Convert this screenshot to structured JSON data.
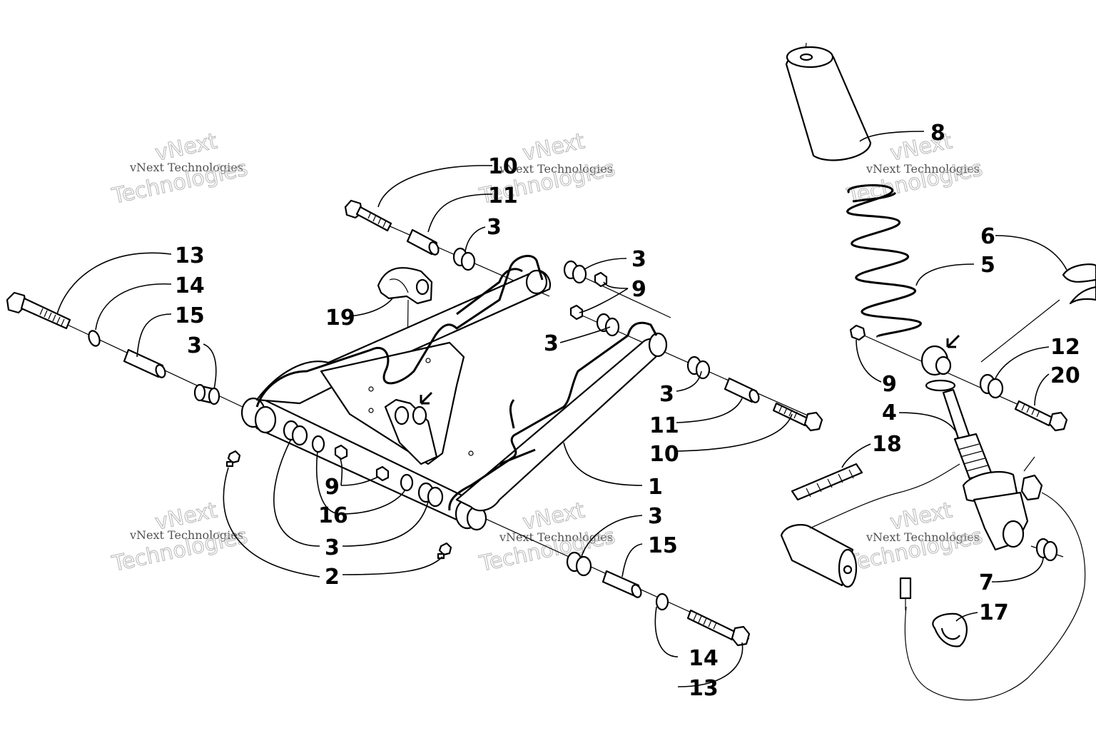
{
  "watermark": {
    "line1": "vNext Technologies",
    "line2": "vNext",
    "line3": "Technologies"
  },
  "callouts": {
    "c1": "1",
    "c2": "2",
    "c3": "3",
    "c4": "4",
    "c5": "5",
    "c6": "6",
    "c7": "7",
    "c8": "8",
    "c9": "9",
    "c10": "10",
    "c11": "11",
    "c12": "12",
    "c13": "13",
    "c14": "14",
    "c15": "15",
    "c16": "16",
    "c17": "17",
    "c18": "18",
    "c19": "19",
    "c20": "20"
  }
}
